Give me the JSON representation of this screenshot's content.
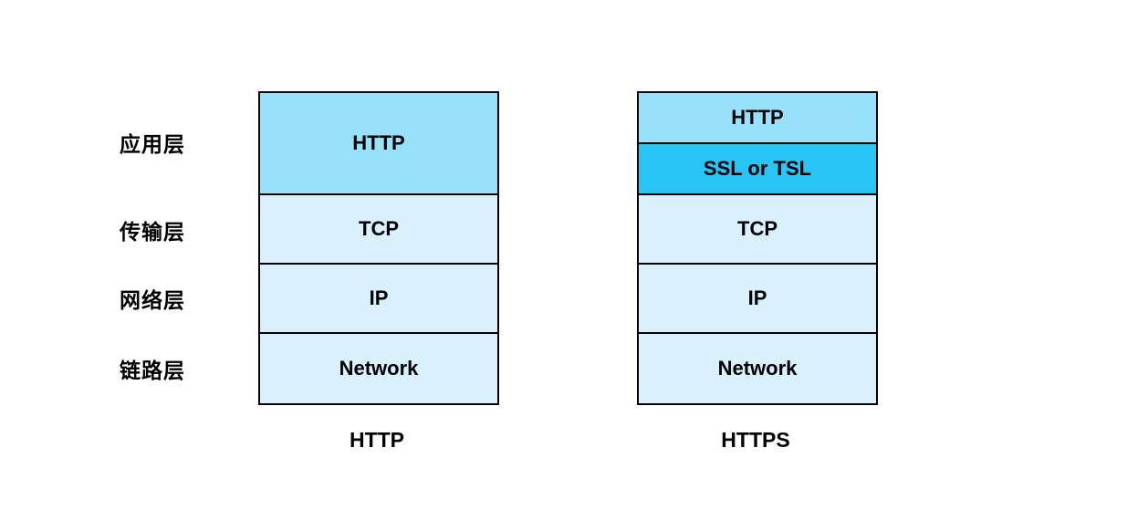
{
  "layer_labels": [
    "应用层",
    "传输层",
    "网络层",
    "链路层"
  ],
  "colors": {
    "http_cell": "#97e1fb",
    "ssl_cell": "#29c5f6",
    "lower_cell": "#d9f1fc",
    "border": "#000000",
    "background": "#ffffff"
  },
  "stacks": [
    {
      "caption": "HTTP",
      "cells": [
        {
          "label": "HTTP",
          "color": "#97e1fb"
        },
        {
          "label": "TCP",
          "color": "#d9f1fc"
        },
        {
          "label": "IP",
          "color": "#d9f1fc"
        },
        {
          "label": "Network",
          "color": "#d9f1fc"
        }
      ]
    },
    {
      "caption": "HTTPS",
      "cells": [
        {
          "label": "HTTP",
          "color": "#97e1fb"
        },
        {
          "label": "SSL or TSL",
          "color": "#29c5f6"
        },
        {
          "label": "TCP",
          "color": "#d9f1fc"
        },
        {
          "label": "IP",
          "color": "#d9f1fc"
        },
        {
          "label": "Network",
          "color": "#d9f1fc"
        }
      ]
    }
  ]
}
